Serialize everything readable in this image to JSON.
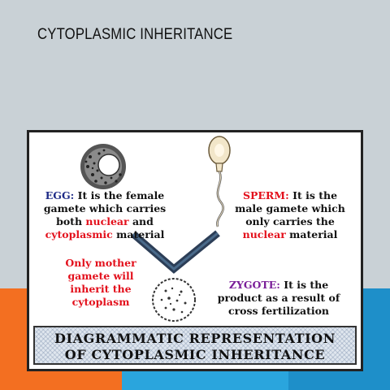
{
  "slide": {
    "title": "CYTOPLASMIC INHERITANCE"
  },
  "figure": {
    "egg": {
      "label": "EGG:",
      "line1_rest": " It is the female",
      "line2": "gamete which carries",
      "line3_a": "both ",
      "line3_nuclear": "nuclear",
      "line3_b": " and",
      "line4_cyto": "cytoplasmic",
      "line4_rest": " material"
    },
    "sperm": {
      "label": "SPERM:",
      "line1_rest": " It is the",
      "line2": "male gamete which",
      "line3": "only carries the",
      "line4_nuclear": "nuclear",
      "line4_rest": " material"
    },
    "mother_note": {
      "line1": "Only mother",
      "line2": "gamete will",
      "line3": "inherit the",
      "line4": "cytoplasm"
    },
    "zygote": {
      "label": "ZYGOTE:",
      "line1_rest": " It is the",
      "line2": "product as a result of",
      "line3": "cross fertilization"
    },
    "banner": {
      "line1": "DIAGRAMMATIC REPRESENTATION",
      "line2": "OF CYTOPLASMIC INHERITANCE"
    }
  },
  "colors": {
    "background": "#c9d1d6",
    "accent_orange": "#f36f21",
    "accent_blue": "#2aa5dd",
    "red_text": "#e3101c",
    "egg_label": "#1d2a86",
    "zygote_label": "#7b1f99"
  }
}
